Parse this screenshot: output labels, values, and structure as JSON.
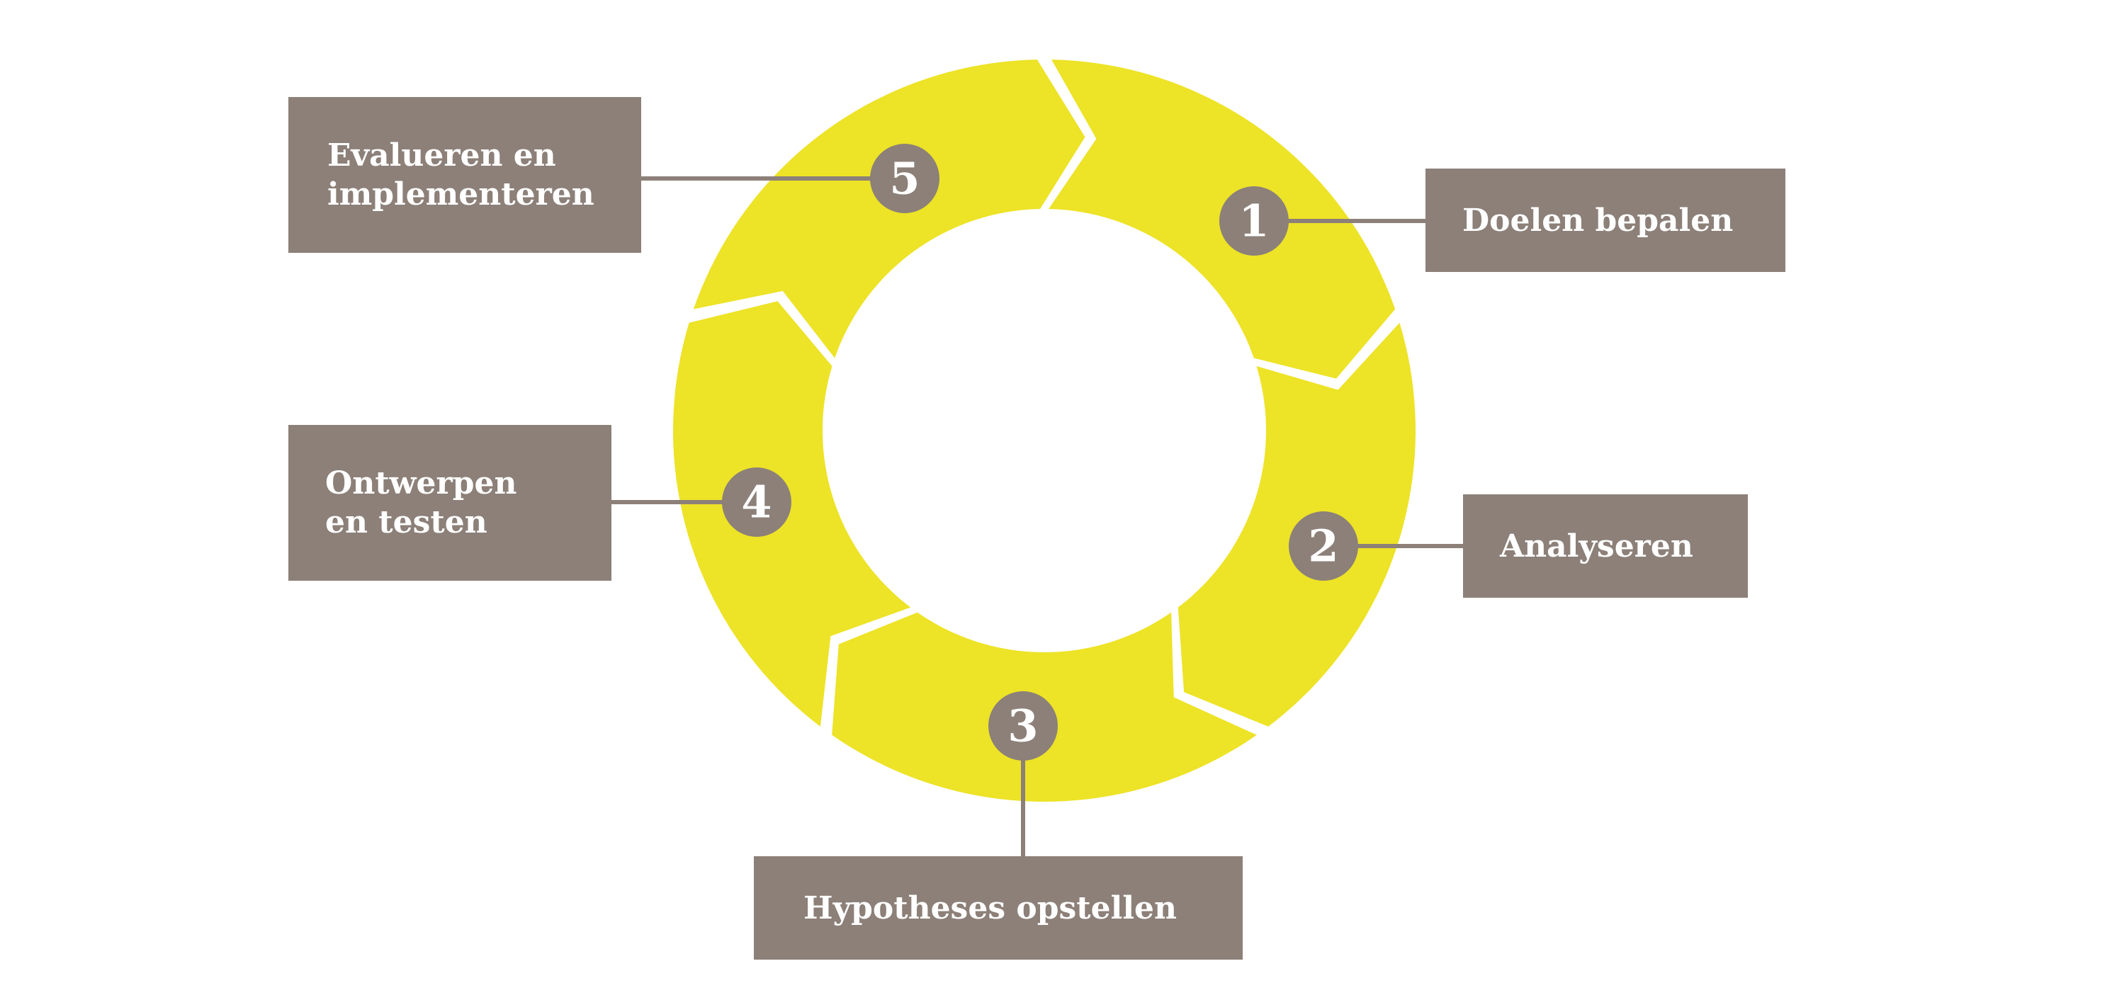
{
  "colors": {
    "ring": "#ede327",
    "label_box": "#8c8079",
    "connector": "#8c8079",
    "text": "#ffffff",
    "background": "#ffffff"
  },
  "steps": [
    {
      "number": "1",
      "label": "Doelen bepalen"
    },
    {
      "number": "2",
      "label": "Analyseren"
    },
    {
      "number": "3",
      "label": "Hypotheses opstellen"
    },
    {
      "number": "4",
      "label": "Ontwerpen en testen"
    },
    {
      "number": "5",
      "label": "Evalueren en implementeren"
    }
  ]
}
